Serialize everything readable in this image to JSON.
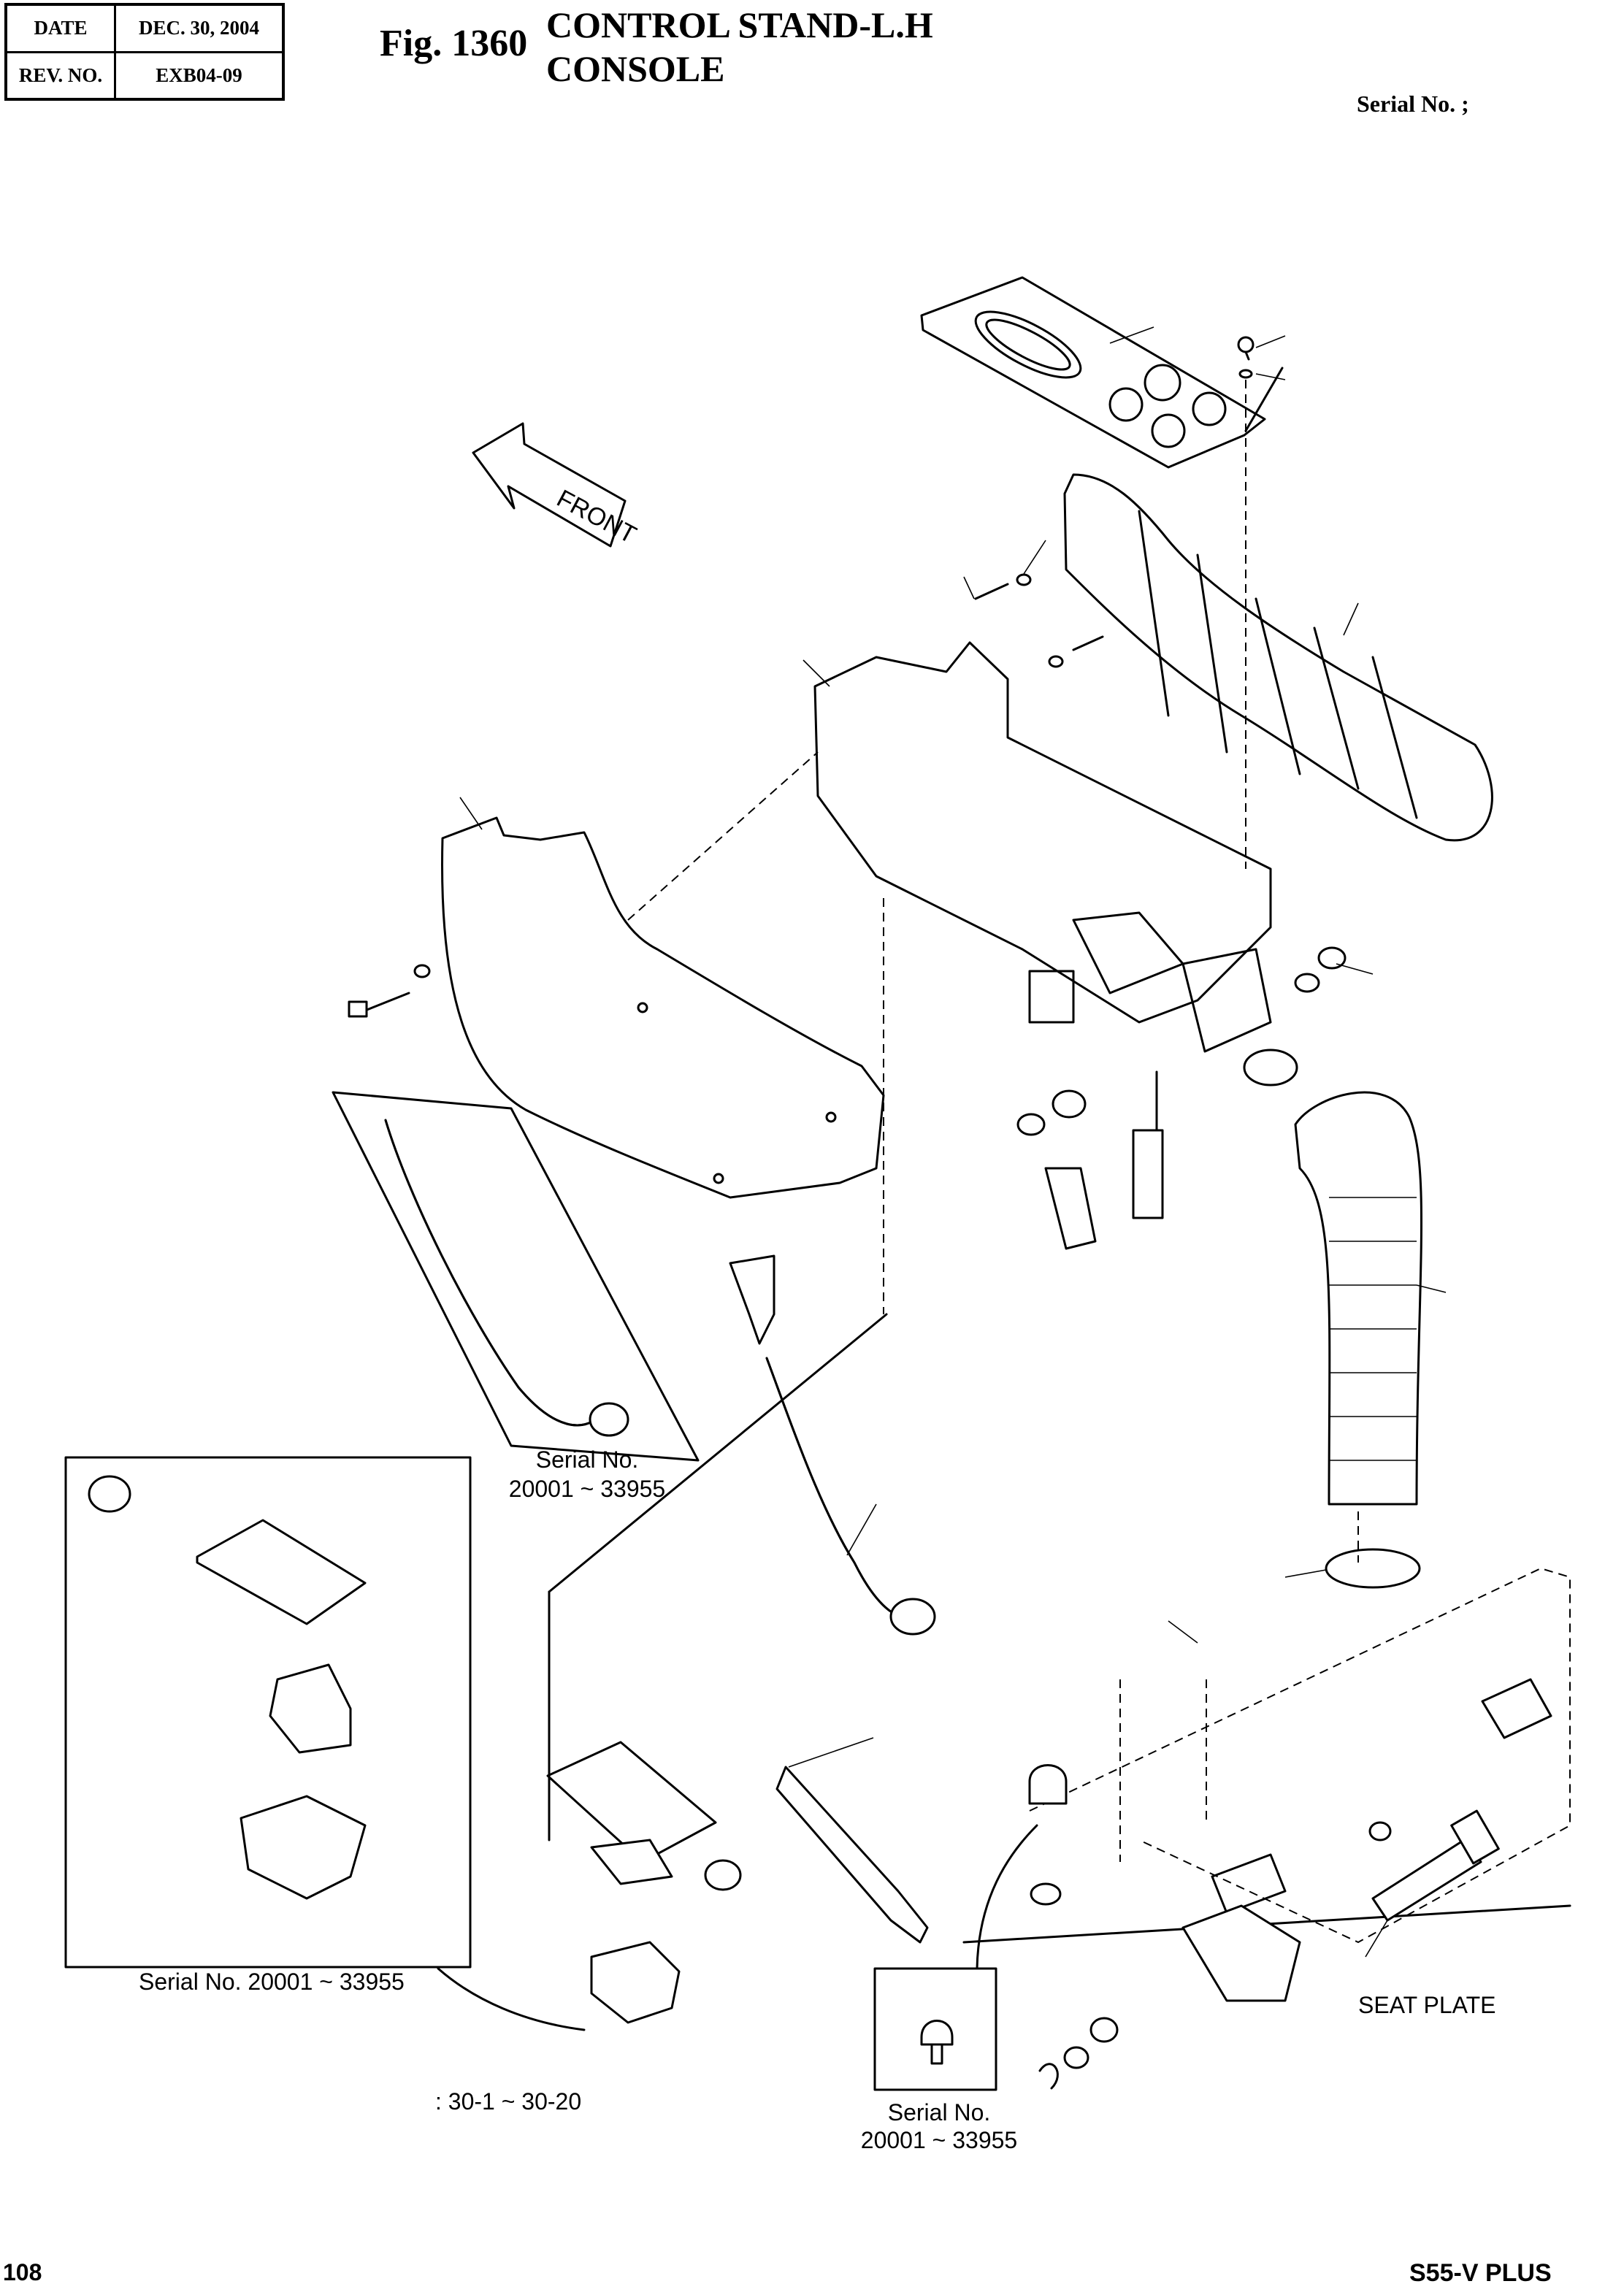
{
  "header": {
    "date_label": "DATE",
    "date_value": "DEC. 30, 2004",
    "rev_label": "REV. NO.",
    "rev_value": "EXB04-09",
    "fig_number": "Fig. 1360",
    "title_line1": "CONTROL STAND-L.H",
    "title_line2": "CONSOLE",
    "serial": "Serial No. ;"
  },
  "labels": {
    "front": "FRONT",
    "serial_a_line1": "Serial No.",
    "serial_a_line2": "20001 ~ 33955",
    "serial_b": "Serial No. 20001 ~ 33955",
    "serial_c_line1": "Serial No.",
    "serial_c_line2": "20001 ~ 33955",
    "seat_plate": "SEAT PLATE",
    "range_note": ": 30-1 ~ 30-20"
  },
  "footer": {
    "page_number": "108",
    "model": "S55-V PLUS"
  }
}
